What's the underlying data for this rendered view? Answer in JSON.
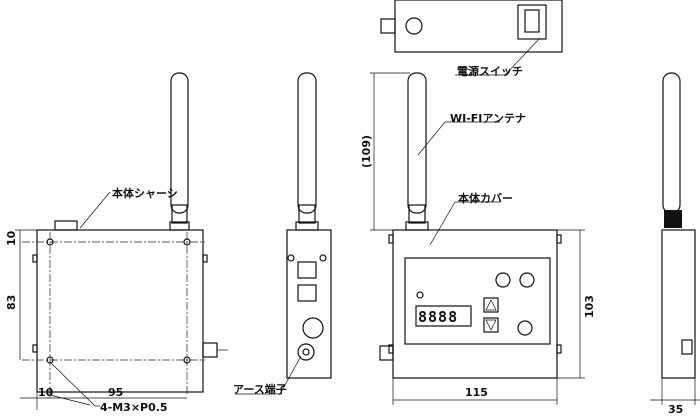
{
  "labels": {
    "chassis": "本体シャーシ",
    "screw_spec": "4-M3×P0.5",
    "ground_terminal": "アース端子",
    "power_switch": "電源スイッチ",
    "wifi_antenna": "WI-FIアンテナ",
    "cover": "本体カバー"
  },
  "dimensions": {
    "top_offset": "10",
    "hole_pitch_v": "83",
    "left_offset": "10",
    "hole_pitch_h": "95",
    "antenna_height": "(109)",
    "height": "103",
    "width": "115",
    "depth": "35"
  },
  "display": {
    "digits": "8888"
  }
}
